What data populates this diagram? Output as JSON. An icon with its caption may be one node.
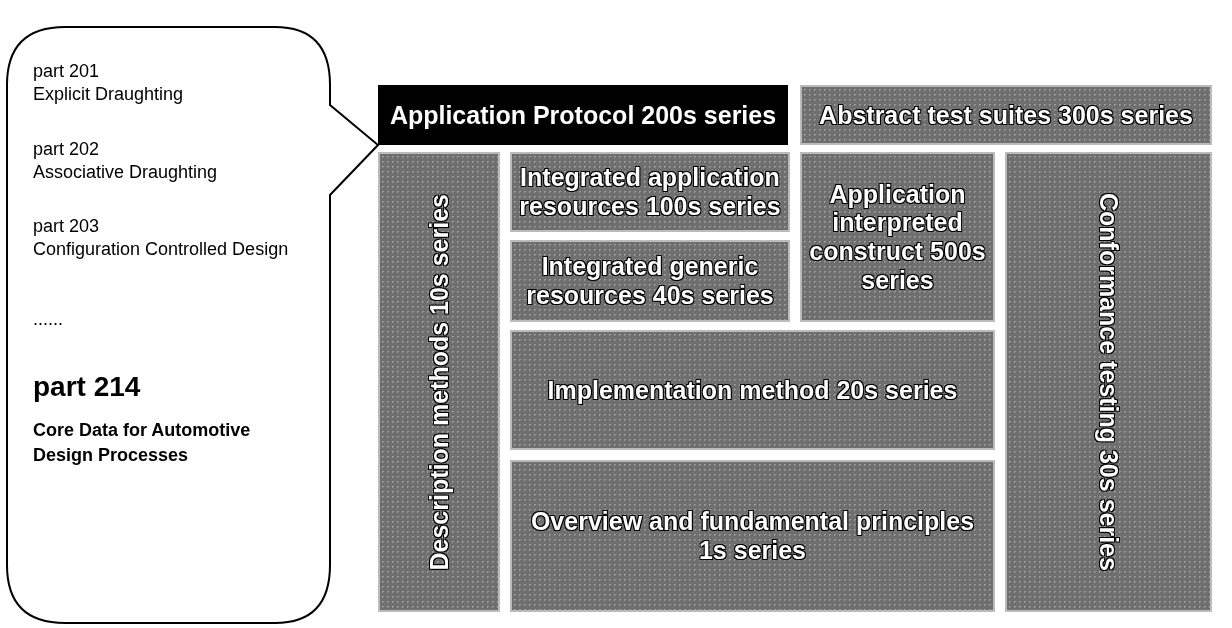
{
  "diagram": {
    "nodes": [
      {
        "text": [
          "part 201",
          "Explicit Draughting",
          "part 202",
          "Associative Draughting",
          "part 203",
          "Configuration Controlled Design",
          "......",
          "part 214",
          "Core Data for Automotive Design Processes"
        ]
      },
      {
        "text": [
          "Application Protocol 200s series"
        ]
      },
      {
        "text": [
          "Abstract test suites 300s series"
        ]
      },
      {
        "text": [
          "Description methods 10s series"
        ]
      },
      {
        "text": [
          "Integrated application resources 100s series"
        ]
      },
      {
        "text": [
          "Application interpreted construct 500s series"
        ]
      },
      {
        "text": [
          "Integrated generic resources 40s series"
        ]
      },
      {
        "text": [
          "Implementation method 20s series"
        ]
      },
      {
        "text": [
          "Overview and fundamental principles 1s series"
        ]
      },
      {
        "text": [
          "Conformance testing 30s series"
        ]
      }
    ]
  }
}
